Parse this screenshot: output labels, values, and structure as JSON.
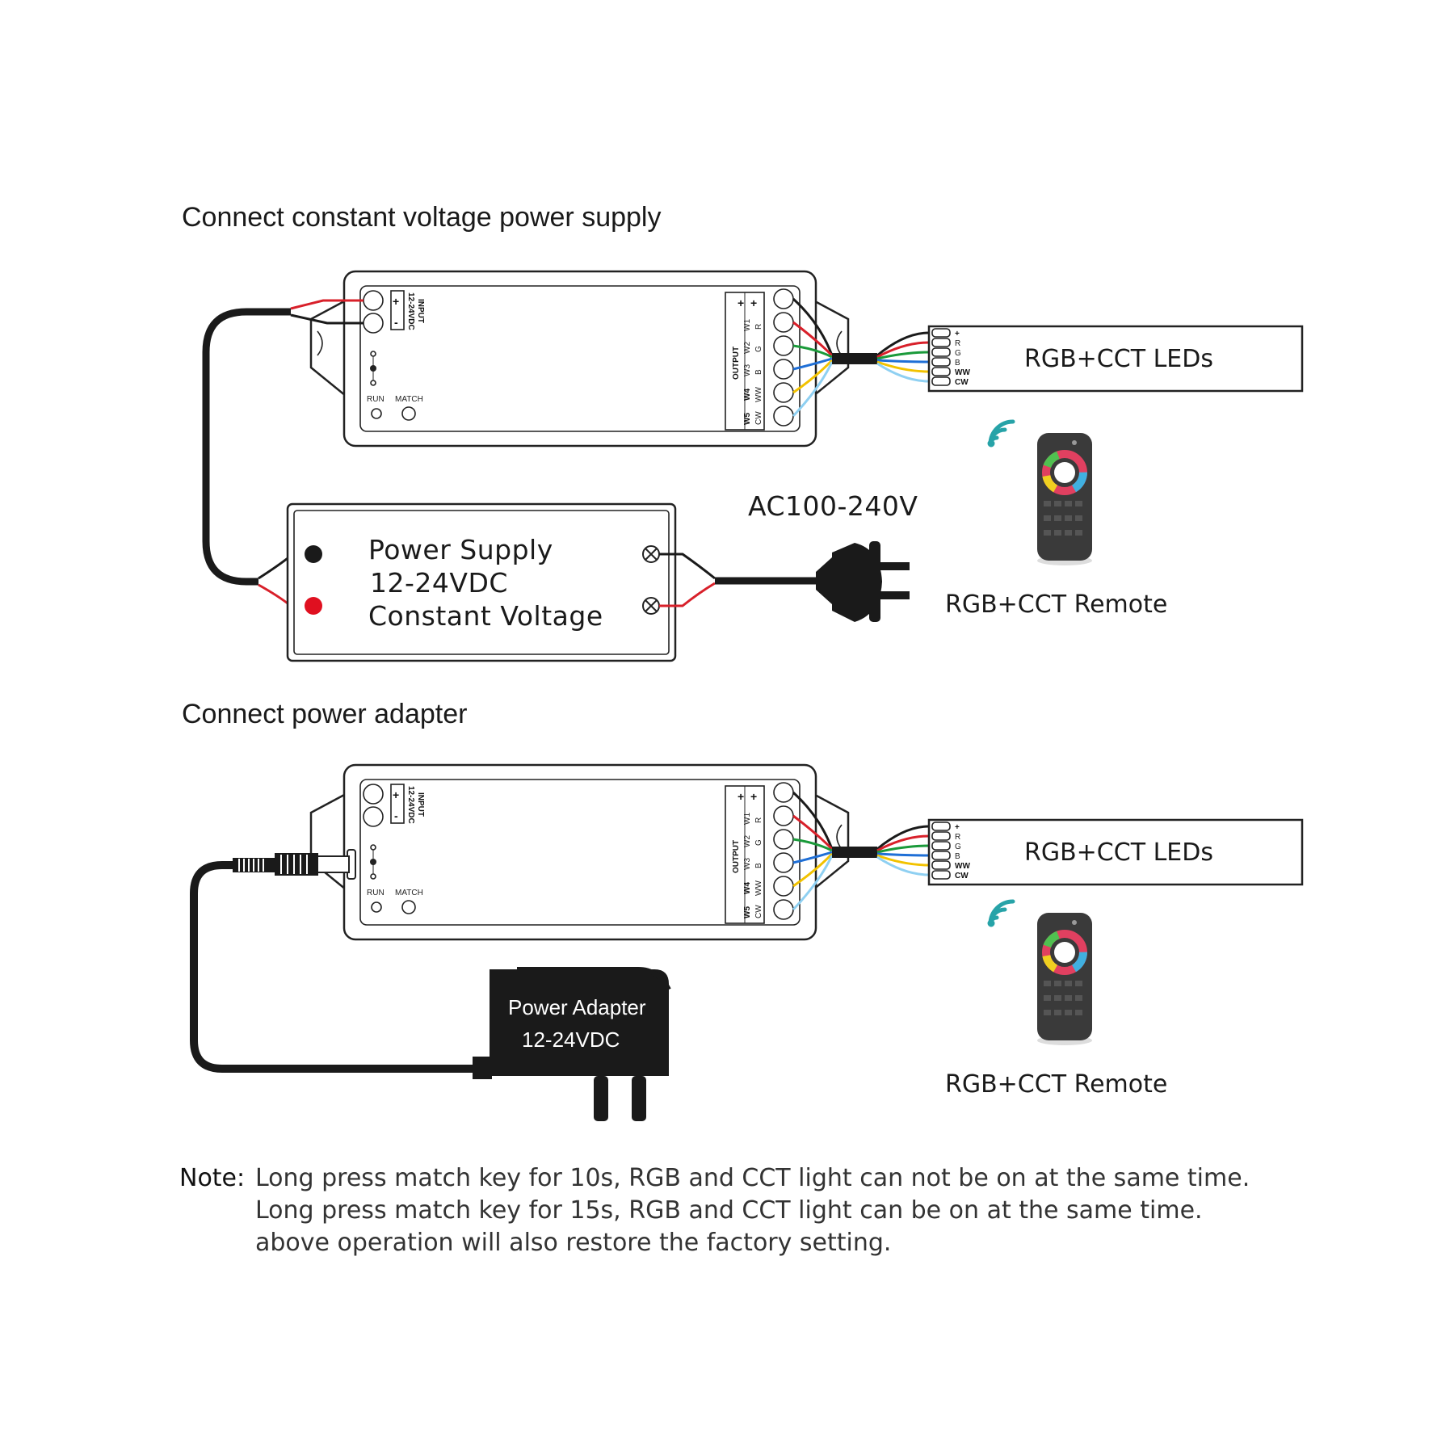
{
  "section1": {
    "title": "Connect constant voltage power supply",
    "leds_label": "RGB+CCT LEDs",
    "remote_label": "RGB+CCT Remote",
    "ac_label": "AC100-240V",
    "psu_lines": [
      "Power Supply",
      "12-24VDC",
      "Constant Voltage"
    ]
  },
  "section2": {
    "title": "Connect power adapter",
    "leds_label": "RGB+CCT LEDs",
    "remote_label": "RGB+CCT Remote",
    "adapter_lines": [
      "Power Adapter",
      "12-24VDC"
    ]
  },
  "controller": {
    "input_title": "INPUT",
    "input_voltage": "12-24VDC",
    "plus": "+",
    "minus": "-",
    "run": "RUN",
    "match": "MATCH",
    "output": "OUTPUT",
    "w_column": [
      "W1",
      "W2",
      "W3",
      "W4",
      "W5"
    ],
    "rgb_column": [
      "R",
      "G",
      "B",
      "WW",
      "CW"
    ]
  },
  "led_pins": [
    "+",
    "R",
    "G",
    "B",
    "WW",
    "CW"
  ],
  "wire_colors": {
    "black": "#1a1a1a",
    "red": "#d8202a",
    "green": "#1a9a3a",
    "blue": "#1f6fd6",
    "yellow": "#f2c200",
    "lightblue": "#8fd0f2"
  },
  "icons": [
    "wifi-signal-icon",
    "remote-control-icon",
    "ac-plug-icon",
    "dc-barrel-jack-icon"
  ],
  "note": {
    "label": "Note:",
    "lines": [
      "Long press match key for 10s, RGB and CCT light can not be on at the same time.",
      "Long press match key for 15s, RGB and CCT light can be on at the same time.",
      "above operation will also restore the factory setting."
    ]
  }
}
